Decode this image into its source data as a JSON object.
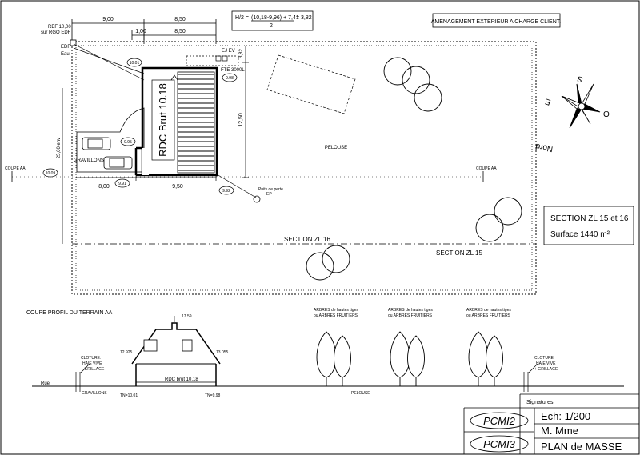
{
  "dimensions": {
    "top_9": "9,00",
    "top_850": "8,50",
    "sub_100": "1,00",
    "sub_850": "8,50",
    "dim_800": "8,00",
    "dim_950": "9,50",
    "dim_1250": "12,50",
    "dim_382": "3,82",
    "dim_2500": "25,00 env"
  },
  "formula": {
    "lhs": "H/2 =",
    "numerator": "(10,18-9,96) + 7,41",
    "rhs": "= 3,82",
    "denominator": "2"
  },
  "note": "AMENAGEMENT EXTERIEUR A CHARGE CLIENT.",
  "ref": {
    "line1": "REF 10,00",
    "line2": "sur RGO EDF"
  },
  "edf": "EDF",
  "eau": "Eau",
  "ej_ev": "EJ EV",
  "fte": "FTE 3000L",
  "house_label": "RDC Brut 10.18",
  "levels": {
    "l1001": "10.01",
    "l998": "9.98",
    "l995": "9.95",
    "l1009": "10.09",
    "l991": "9.91",
    "l992": "9.92"
  },
  "gravillons": "GRAVILLONS",
  "pelouse": "PELOUSE",
  "puits": {
    "line1": "Puits de perte",
    "line2": "EP"
  },
  "coupe_aa": "COUPE AA",
  "section_zl16": "SECTION  ZL 16",
  "section_zl15": "SECTION  ZL 15",
  "section_box": {
    "line1": "SECTION  ZL 15 et 16",
    "line2": "Surface 1440 m²"
  },
  "compass": {
    "north": "Nord",
    "south": "S",
    "east": "E",
    "west": "O"
  },
  "profile": {
    "title": "COUPE PROFIL DU TERRAIN AA",
    "rue": "Rue",
    "cloture_left": [
      "CLOTURE:",
      "HAIE VIVE",
      "+ GRILLAGE"
    ],
    "cloture_right": [
      "CLOTURE:",
      "HAIE VIVE",
      "+ GRILLAGE"
    ],
    "gravillons": "GRAVILLONS",
    "pelouse": "PELOUSE",
    "rdc": "RDC brut 10.18",
    "tn_left": "TN=10.01",
    "tn_right": "TN=9.98",
    "h_1759": "17.59",
    "h_12925": "12.925",
    "h_13055": "13.055",
    "arbres": [
      "ARBRES de hautes tiges",
      "ou ARBRES FRUITIERS"
    ]
  },
  "title_block": {
    "signatures": "Signatures:",
    "pcmi2": "PCMI2",
    "pcmi3": "PCMI3",
    "echelle": "Ech:  1/200",
    "owner": "M.  Mme",
    "plan": "PLAN  de  MASSE"
  }
}
